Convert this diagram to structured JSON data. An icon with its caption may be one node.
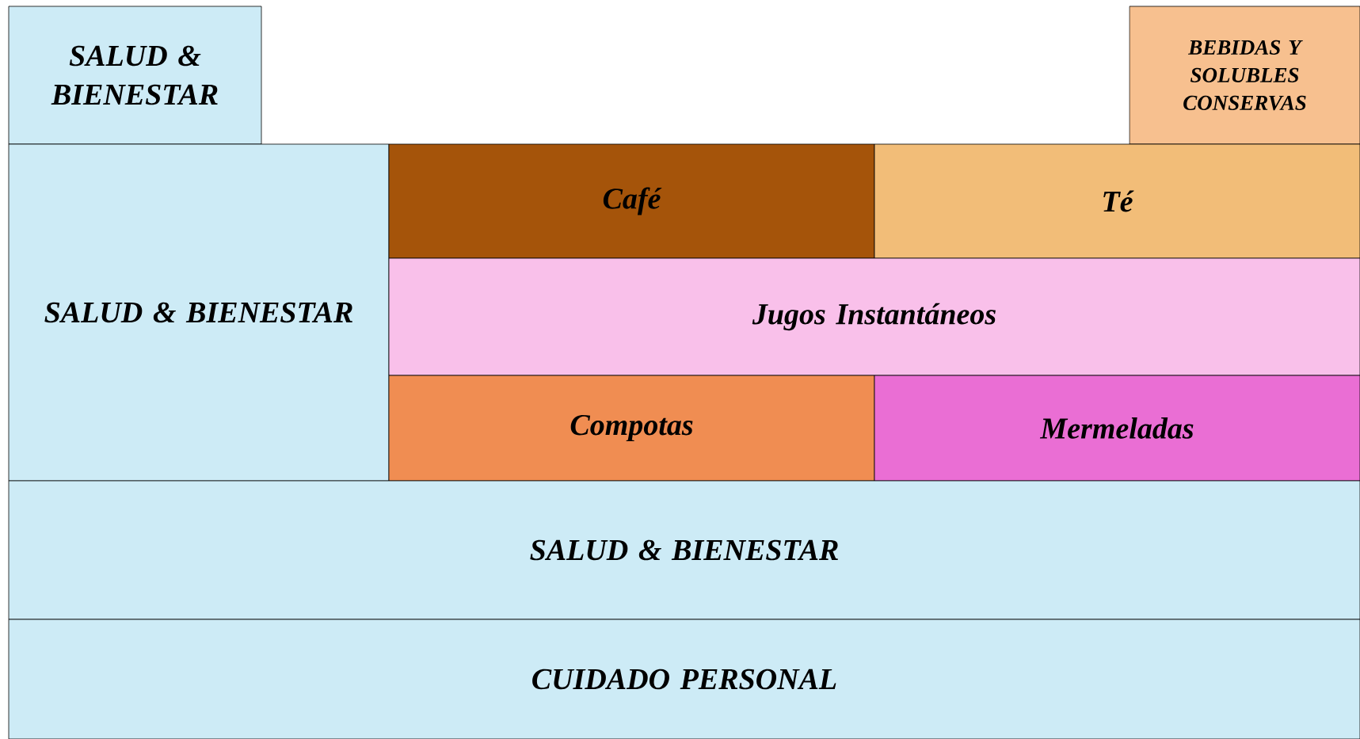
{
  "diagram": {
    "nodes": [
      {
        "text": [
          "SALUD & BIENESTAR"
        ]
      },
      {
        "text": [
          "BEBIDAS Y SOLUBLES CONSERVAS"
        ]
      },
      {
        "text": [
          "SALUD & BIENESTAR"
        ]
      },
      {
        "text": [
          "Café"
        ]
      },
      {
        "text": [
          "Té"
        ]
      },
      {
        "text": [
          "Jugos Instantáneos"
        ]
      },
      {
        "text": [
          "Compotas"
        ]
      },
      {
        "text": [
          "Mermeladas"
        ]
      },
      {
        "text": [
          "SALUD & BIENESTAR"
        ]
      },
      {
        "text": [
          "CUIDADO PERSONAL"
        ]
      }
    ]
  }
}
